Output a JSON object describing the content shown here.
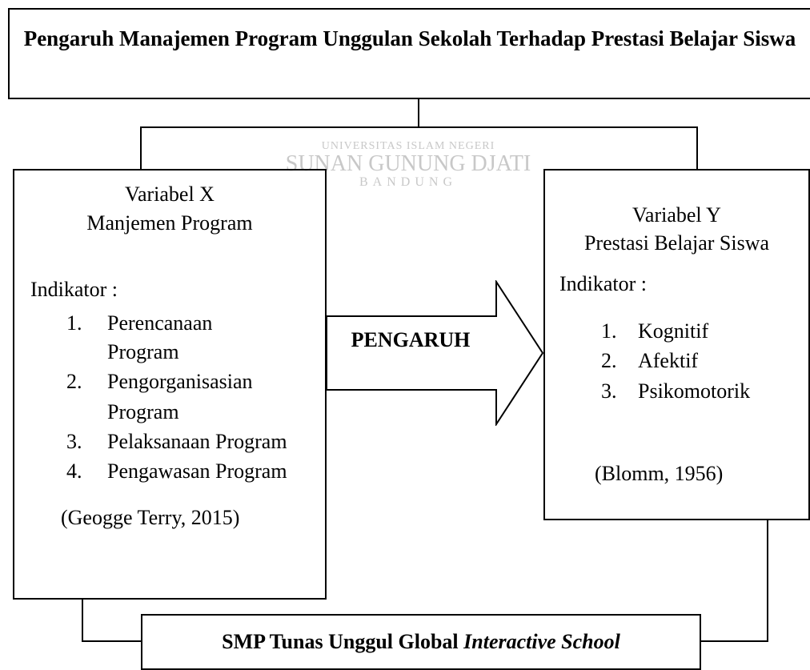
{
  "title": "Pengaruh Manajemen Program Unggulan Sekolah Terhadap Prestasi Belajar Siswa",
  "watermark": {
    "line1": "UNIVERSITAS ISLAM NEGERI",
    "line2": "SUNAN GUNUNG DJATI",
    "line3": "BANDUNG"
  },
  "left_box": {
    "heading1": "Variabel X",
    "heading2": "Manjemen Program",
    "indicator_label": "Indikator :",
    "items": [
      {
        "num": "1.",
        "line1": "Perencanaan",
        "line2": "Program"
      },
      {
        "num": "2.",
        "line1": "Pengorganisasian",
        "line2": "Program"
      },
      {
        "num": "3.",
        "line1": "Pelaksanaan Program",
        "line2": ""
      },
      {
        "num": "4.",
        "line1": "Pengawasan Program",
        "line2": ""
      }
    ],
    "citation": "(Geogge Terry, 2015)"
  },
  "right_box": {
    "heading1": "Variabel Y",
    "heading2": "Prestasi Belajar Siswa",
    "indicator_label": "Indikator :",
    "items": [
      {
        "num": "1.",
        "label": "Kognitif"
      },
      {
        "num": "2.",
        "label": "Afektif"
      },
      {
        "num": "3.",
        "label": "Psikomotorik"
      }
    ],
    "citation": "(Blomm, 1956)"
  },
  "arrow_label": "PENGARUH",
  "bottom_box": {
    "label_bold": "SMP Tunas Unggul Global ",
    "label_italic": "Interactive School"
  }
}
